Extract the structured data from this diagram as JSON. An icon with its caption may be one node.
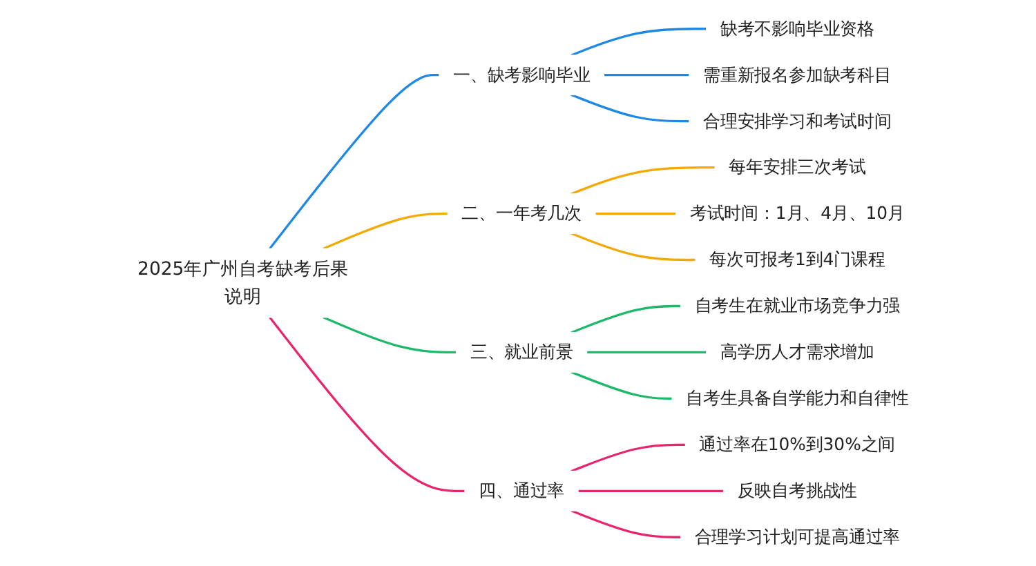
{
  "diagram": {
    "nodes": [
      {
        "text": [
          "2025年广州自考缺考后果说明"
        ]
      },
      {
        "text": [
          "一、缺考影响毕业"
        ]
      },
      {
        "text": [
          "缺考不影响毕业资格"
        ]
      },
      {
        "text": [
          "需重新报名参加缺考科目"
        ]
      },
      {
        "text": [
          "合理安排学习和考试时间"
        ]
      },
      {
        "text": [
          "二、一年考几次"
        ]
      },
      {
        "text": [
          "每年安排三次考试"
        ]
      },
      {
        "text": [
          "考试时间：1月、4月、10月"
        ]
      },
      {
        "text": [
          "每次可报考1到4门课程"
        ]
      },
      {
        "text": [
          "三、就业前景"
        ]
      },
      {
        "text": [
          "自考生在就业市场竞争力强"
        ]
      },
      {
        "text": [
          "高学历人才需求增加"
        ]
      },
      {
        "text": [
          "自考生具备自学能力和自律性"
        ]
      },
      {
        "text": [
          "四、通过率"
        ]
      },
      {
        "text": [
          "通过率在10%到30%之间"
        ]
      },
      {
        "text": [
          "反映自考挑战性"
        ]
      },
      {
        "text": [
          "合理学习计划可提高通过率"
        ]
      }
    ],
    "edges": [
      {
        "from": 0,
        "to": 1,
        "arrow": "none",
        "color": "#1e88e5"
      },
      {
        "from": 1,
        "to": 2,
        "arrow": "none",
        "color": "#1e88e5"
      },
      {
        "from": 1,
        "to": 3,
        "arrow": "none",
        "color": "#1e88e5"
      },
      {
        "from": 1,
        "to": 4,
        "arrow": "none",
        "color": "#1e88e5"
      },
      {
        "from": 0,
        "to": 5,
        "arrow": "none",
        "color": "#f2a900"
      },
      {
        "from": 5,
        "to": 6,
        "arrow": "none",
        "color": "#f2a900"
      },
      {
        "from": 5,
        "to": 7,
        "arrow": "none",
        "color": "#f2a900"
      },
      {
        "from": 5,
        "to": 8,
        "arrow": "none",
        "color": "#f2a900"
      },
      {
        "from": 0,
        "to": 9,
        "arrow": "none",
        "color": "#1db86a"
      },
      {
        "from": 9,
        "to": 10,
        "arrow": "none",
        "color": "#1db86a"
      },
      {
        "from": 9,
        "to": 11,
        "arrow": "none",
        "color": "#1db86a"
      },
      {
        "from": 9,
        "to": 12,
        "arrow": "none",
        "color": "#1db86a"
      },
      {
        "from": 0,
        "to": 13,
        "arrow": "none",
        "color": "#e8246e"
      },
      {
        "from": 13,
        "to": 14,
        "arrow": "none",
        "color": "#e8246e"
      },
      {
        "from": 13,
        "to": 15,
        "arrow": "none",
        "color": "#e8246e"
      },
      {
        "from": 13,
        "to": 16,
        "arrow": "none",
        "color": "#e8246e"
      }
    ]
  }
}
